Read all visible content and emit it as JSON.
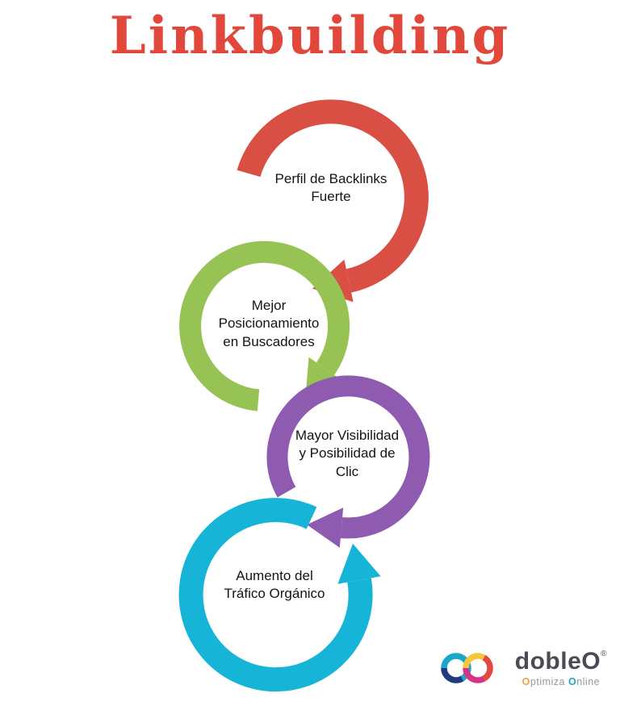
{
  "title": "Linkbuilding",
  "title_color": "#e2473c",
  "steps": [
    {
      "color": "#d94f43",
      "lines": [
        "Perfil de Backlinks",
        "Fuerte"
      ]
    },
    {
      "color": "#97c355",
      "lines": [
        "Mejor",
        "Posicionamiento",
        "en Buscadores"
      ]
    },
    {
      "color": "#8e5bb0",
      "lines": [
        "Mayor Visibilidad",
        "y Posibilidad de",
        "Clic"
      ]
    },
    {
      "color": "#16b5d8",
      "lines": [
        "Aumento del",
        "Tráfico Orgánico"
      ]
    }
  ],
  "logo": {
    "brand_part1": "doble",
    "brand_part2": "O",
    "registered": "®",
    "tagline": {
      "o1": "O",
      "rest1": "ptimiza ",
      "o2": "O",
      "rest2": "nline"
    },
    "colors": {
      "left_ring": "#1ba7c9",
      "left_ring_dark": "#233b7d",
      "right_ring_yellow": "#f5c63c",
      "right_ring_red": "#e2483d",
      "right_ring_pink": "#d63384",
      "brand_text": "#4b4b55",
      "tagline_text": "#8f9aa3",
      "tagline_o1": "#f0a13a",
      "tagline_o2": "#1ba7c9"
    }
  }
}
